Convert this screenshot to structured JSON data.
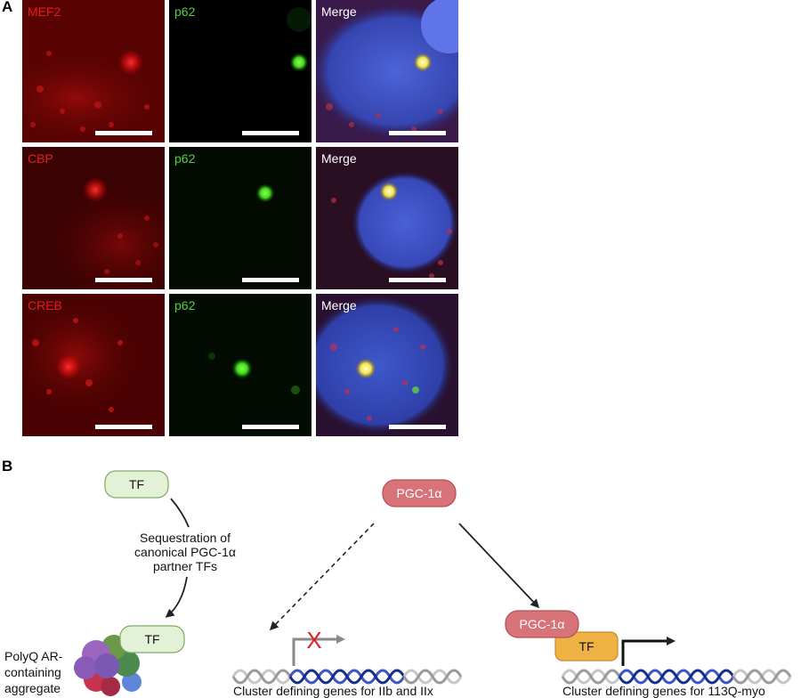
{
  "panels": {
    "a_label": "A",
    "b_label": "B"
  },
  "rows": [
    {
      "stain": "MEF2",
      "p62": "p62",
      "merge": "Merge"
    },
    {
      "stain": "CBP",
      "p62": "p62",
      "merge": "Merge"
    },
    {
      "stain": "CREB",
      "p62": "p62",
      "merge": "Merge"
    }
  ],
  "colors": {
    "red_channel": "#e0201e",
    "green_channel": "#52d13a",
    "nucleus_blue": "#3f55c4",
    "tf_fill": "#e3f2d6",
    "tf_stroke": "#7fa86a",
    "pgc_fill": "#d9737a",
    "tf_orange": "#efb244"
  },
  "diagram": {
    "tf_top": "TF",
    "sequestration_lines": [
      "Sequestration of",
      "canonical PGC-1α",
      "partner TFs"
    ],
    "tf_aggregate": "TF",
    "aggregate_label_lines": [
      "PolyQ AR-",
      "containing",
      "aggregate"
    ],
    "pgc_top": "PGC-1α",
    "pgc_bound": "PGC-1α",
    "tf_bound": "TF",
    "blocked_mark": "X",
    "left_cluster": "Cluster defining genes for IIb and IIx",
    "right_cluster": "Cluster defining genes for 113Q-myo"
  }
}
